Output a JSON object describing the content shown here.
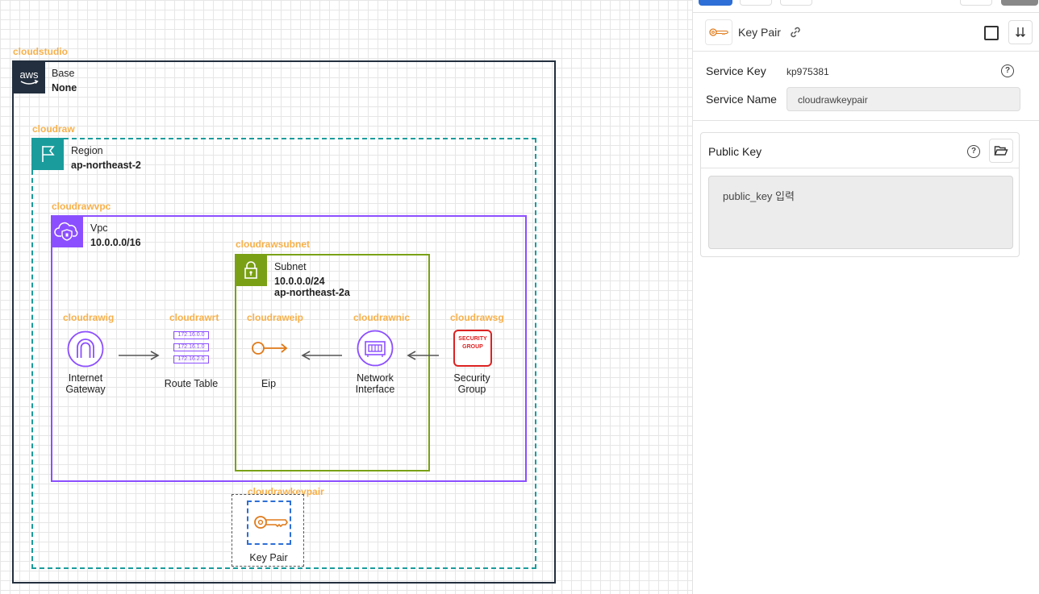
{
  "canvas": {
    "groups": {
      "cloudstudio": {
        "label": "cloudstudio",
        "title": "Base",
        "value": "None",
        "badge": "aws"
      },
      "cloudraw": {
        "label": "cloudraw",
        "title": "Region",
        "value": "ap-northeast-2"
      },
      "cloudrawvpc": {
        "label": "cloudrawvpc",
        "title": "Vpc",
        "value": "10.0.0.0/16"
      },
      "cloudrawsubnet": {
        "label": "cloudrawsubnet",
        "title": "Subnet",
        "value": "10.0.0.0/24",
        "value2": "ap-northeast-2a"
      }
    },
    "nodes": {
      "igw": {
        "id": "cloudrawig",
        "line1": "Internet",
        "line2": "Gateway"
      },
      "rt": {
        "id": "cloudrawrt",
        "label": "Route Table",
        "rows": [
          "172.16.0.0",
          "172.16.1.0",
          "172.16.2.0"
        ]
      },
      "eip": {
        "id": "cloudraweip",
        "label": "Eip"
      },
      "nic": {
        "id": "cloudrawnic",
        "line1": "Network",
        "line2": "Interface"
      },
      "sg": {
        "id": "cloudrawsg",
        "line1": "Security",
        "line2": "Group",
        "badge1": "SECURITY",
        "badge2": "GROUP"
      },
      "keypair": {
        "id": "cloudrawkeypair",
        "label": "Key Pair"
      }
    }
  },
  "panel": {
    "header": {
      "title": "Key Pair"
    },
    "service_key": {
      "label": "Service Key",
      "value": "kp975381"
    },
    "service_name": {
      "label": "Service Name",
      "value": "cloudrawkeypair"
    },
    "public_key": {
      "label": "Public Key",
      "placeholder": "public_key 입력"
    }
  },
  "colors": {
    "aws_dark": "#232f3e",
    "region_teal": "#1a9c9c",
    "vpc_purple": "#8c4fff",
    "subnet_green": "#7aa116",
    "label_orange": "#f7b04a",
    "eip_orange": "#e07a1a",
    "sg_red": "#dd2222",
    "accent_blue": "#2d6fd6"
  }
}
